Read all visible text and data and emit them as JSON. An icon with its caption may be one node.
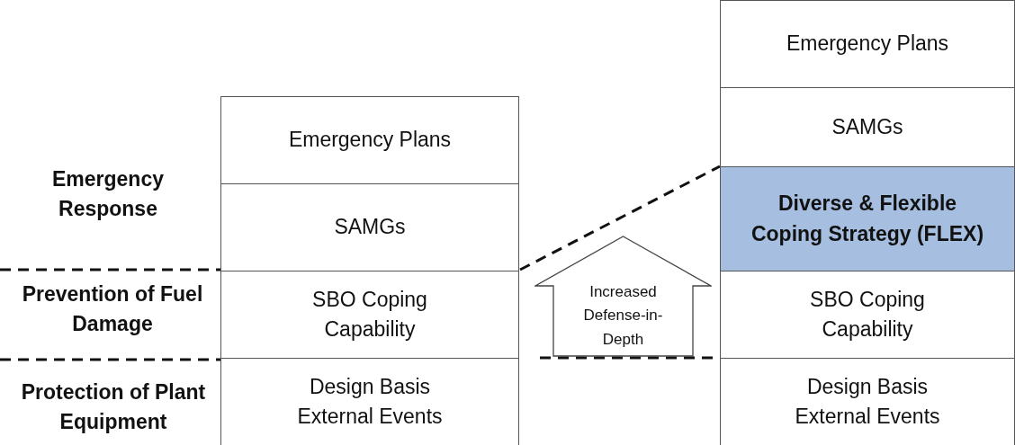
{
  "diagram": {
    "nodes": [
      {
        "text": [
          "Emergency Plans"
        ]
      },
      {
        "text": [
          "SAMGs"
        ]
      },
      {
        "text": [
          "SBO Coping Capability"
        ]
      },
      {
        "text": [
          "Design Basis External Events"
        ]
      },
      {
        "text": [
          "Increased Defense-in-Depth"
        ]
      },
      {
        "text": [
          "Emergency Plans"
        ]
      },
      {
        "text": [
          "SAMGs"
        ]
      },
      {
        "text": [
          "Diverse & Flexible Coping Strategy (FLEX)"
        ]
      },
      {
        "text": [
          "SBO Coping Capability"
        ]
      },
      {
        "text": [
          "Design Basis External Events"
        ]
      }
    ],
    "labels": [
      "Emergency Response",
      "Prevention of Fuel Damage",
      "Protection of Plant Equipment"
    ]
  }
}
